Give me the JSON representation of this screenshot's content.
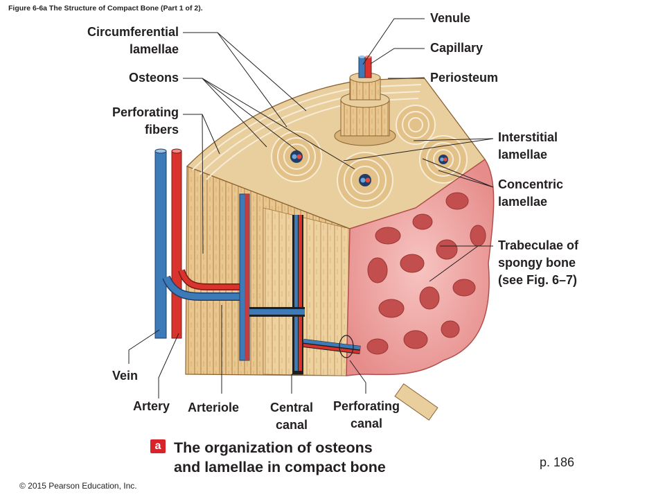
{
  "figure_caption": "Figure 6-6a The Structure of Compact Bone (Part 1 of 2).",
  "labels": {
    "circumferential_lamellae": [
      "Circumferential",
      "lamellae"
    ],
    "osteons": "Osteons",
    "perforating_fibers": [
      "Perforating",
      "fibers"
    ],
    "venule": "Venule",
    "capillary": "Capillary",
    "periosteum": "Periosteum",
    "interstitial_lamellae": [
      "Interstitial",
      "lamellae"
    ],
    "concentric_lamellae": [
      "Concentric",
      "lamellae"
    ],
    "trabeculae": [
      "Trabeculae of",
      "spongy bone",
      "(see Fig. 6–7)"
    ],
    "vein": "Vein",
    "artery": "Artery",
    "arteriole": "Arteriole",
    "central_canal": [
      "Central",
      "canal"
    ],
    "perforating_canal": [
      "Perforating",
      "canal"
    ]
  },
  "panel": {
    "badge": "a",
    "title": [
      "The organization of osteons",
      "and lamellae in compact bone"
    ]
  },
  "page_number": "p. 186",
  "copyright": "© 2015 Pearson Education, Inc.",
  "colors": {
    "bone_tan": "#e9cf9e",
    "bone_dark": "#c49a5a",
    "lamella_line": "#f7ecd6",
    "spongy_pink": "#f2a8a6",
    "spongy_dark": "#c9605f",
    "vein_blue": "#3d7ab8",
    "artery_red": "#d8332c",
    "badge_red": "#d8232a"
  }
}
